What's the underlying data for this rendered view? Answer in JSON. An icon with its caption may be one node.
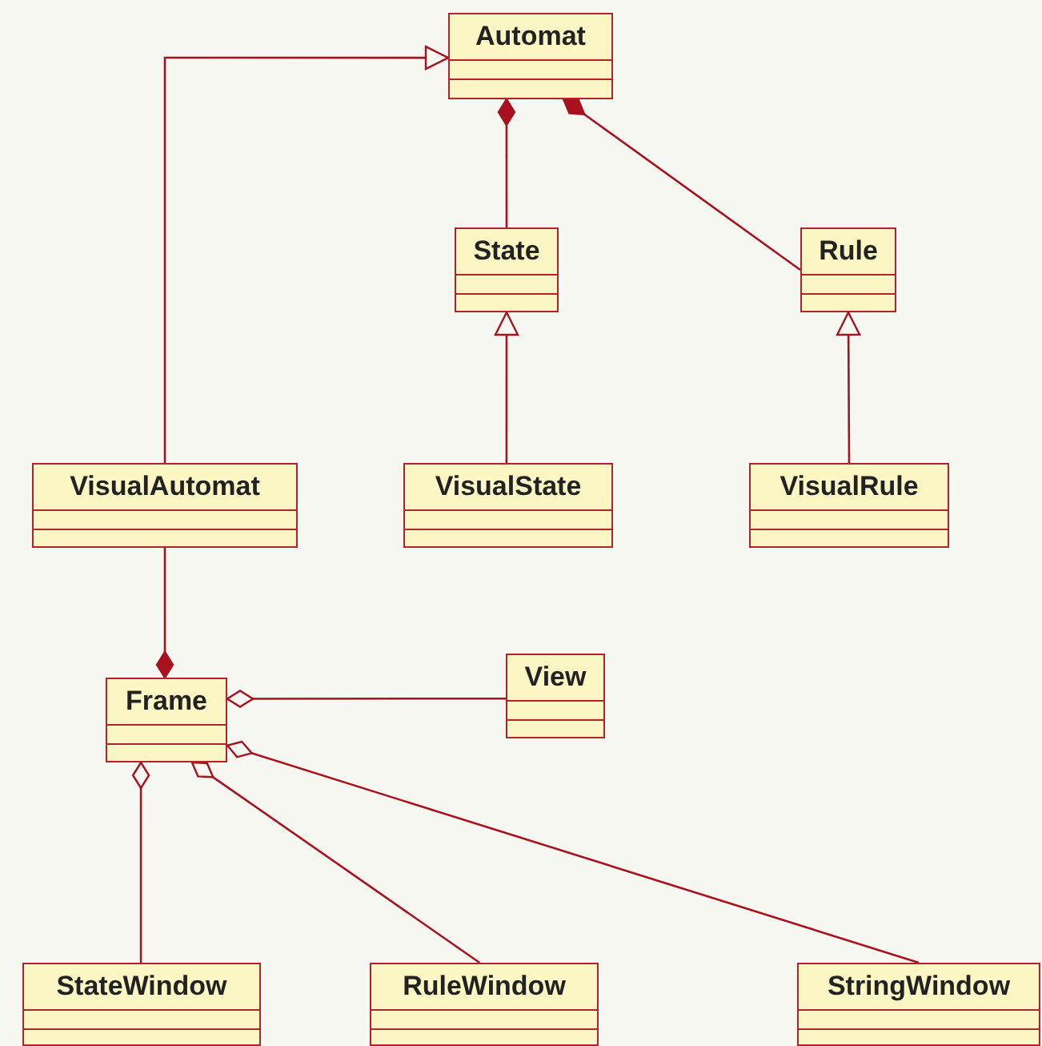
{
  "diagram": {
    "nodes": [
      {
        "text": [
          "Automat"
        ]
      },
      {
        "text": [
          "State"
        ]
      },
      {
        "text": [
          "Rule"
        ]
      },
      {
        "text": [
          "VisualAutomat"
        ]
      },
      {
        "text": [
          "VisualState"
        ]
      },
      {
        "text": [
          "VisualRule"
        ]
      },
      {
        "text": [
          "Frame"
        ]
      },
      {
        "text": [
          "View"
        ]
      },
      {
        "text": [
          "StateWindow"
        ]
      },
      {
        "text": [
          "RuleWindow"
        ]
      },
      {
        "text": [
          "StringWindow"
        ]
      }
    ],
    "edges": [
      {
        "from": 3,
        "to": 0,
        "arrow": "to"
      },
      {
        "from": 0,
        "to": 1,
        "arrow": "other"
      },
      {
        "from": 0,
        "to": 2,
        "arrow": "other"
      },
      {
        "from": 4,
        "to": 1,
        "arrow": "to"
      },
      {
        "from": 5,
        "to": 2,
        "arrow": "to"
      },
      {
        "from": 6,
        "to": 3,
        "arrow": "other"
      },
      {
        "from": 6,
        "to": 7,
        "arrow": "other"
      },
      {
        "from": 6,
        "to": 8,
        "arrow": "other"
      },
      {
        "from": 6,
        "to": 9,
        "arrow": "other"
      },
      {
        "from": 6,
        "to": 10,
        "arrow": "other"
      }
    ]
  }
}
